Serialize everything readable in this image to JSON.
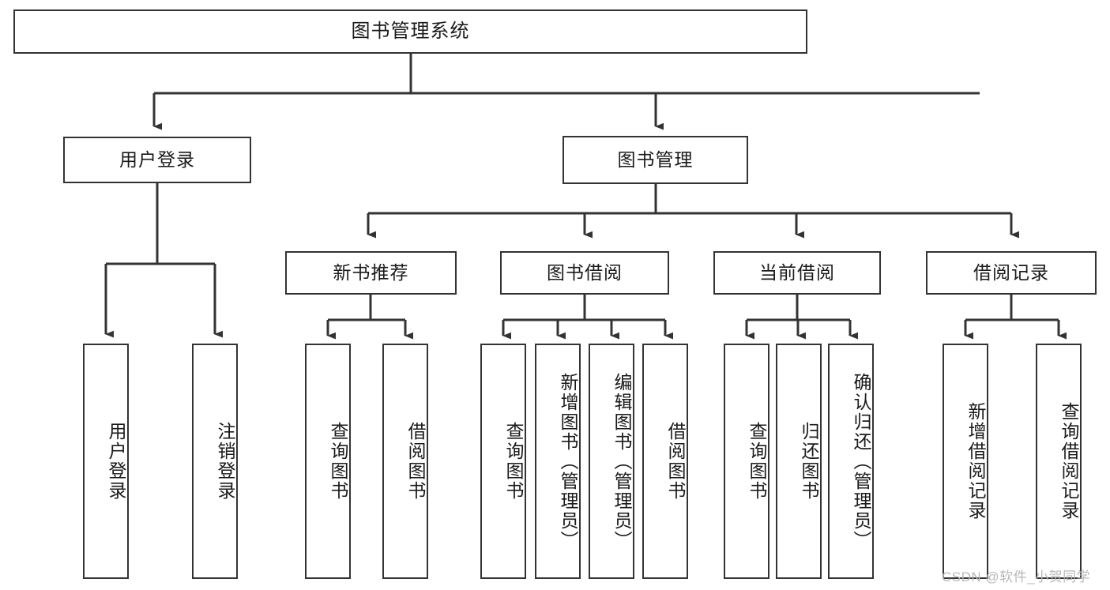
{
  "diagram": {
    "type": "hierarchy-tree",
    "title": "图书管理系统",
    "watermark": "CSDN @软件_小贺同学",
    "root": {
      "label": "图书管理系统"
    },
    "level2": [
      {
        "id": "user-login",
        "label": "用户登录"
      },
      {
        "id": "book-manage",
        "label": "图书管理"
      }
    ],
    "level3": [
      {
        "id": "new-book-recommend",
        "label": "新书推荐",
        "parent": "book-manage"
      },
      {
        "id": "book-borrow",
        "label": "图书借阅",
        "parent": "book-manage"
      },
      {
        "id": "current-borrow",
        "label": "当前借阅",
        "parent": "book-manage"
      },
      {
        "id": "borrow-record",
        "label": "借阅记录",
        "parent": "book-manage"
      }
    ],
    "leaves": {
      "user_login": [
        {
          "id": "leaf-user-login",
          "label": "用户登录"
        },
        {
          "id": "leaf-logout",
          "label": "注销登录"
        }
      ],
      "new_book_recommend": [
        {
          "id": "leaf-query-book-1",
          "label": "查询图书"
        },
        {
          "id": "leaf-borrow-book-1",
          "label": "借阅图书"
        }
      ],
      "book_borrow": [
        {
          "id": "leaf-query-book-2",
          "label": "查询图书"
        },
        {
          "id": "leaf-add-book",
          "label": "新增图书（管理员）"
        },
        {
          "id": "leaf-edit-book",
          "label": "编辑图书（管理员）"
        },
        {
          "id": "leaf-borrow-book-2",
          "label": "借阅图书"
        }
      ],
      "current_borrow": [
        {
          "id": "leaf-query-book-3",
          "label": "查询图书"
        },
        {
          "id": "leaf-return-book",
          "label": "归还图书"
        },
        {
          "id": "leaf-confirm-return",
          "label": "确认归还（管理员）"
        }
      ],
      "borrow_record": [
        {
          "id": "leaf-add-record",
          "label": "新增借阅记录"
        },
        {
          "id": "leaf-query-record",
          "label": "查询借阅记录"
        }
      ]
    },
    "colors": {
      "stroke": "#333333",
      "fill": "#ffffff",
      "text": "#1a1a1a",
      "watermark": "#b8b8b8"
    }
  }
}
